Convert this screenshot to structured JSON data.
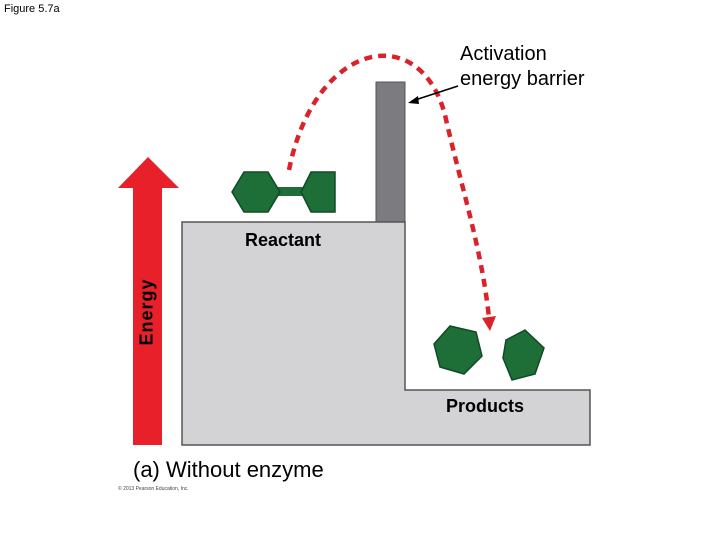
{
  "figure_label": "Figure 5.7a",
  "barrier_label": {
    "line1": "Activation",
    "line2": "energy barrier"
  },
  "axis_label": "Energy",
  "reactant_label": "Reactant",
  "products_label": "Products",
  "panel_caption": "(a) Without enzyme",
  "copyright": "© 2013 Pearson Education, Inc.",
  "colors": {
    "arrow_red": "#e8202a",
    "dashed_red": "#d9232a",
    "molecule_green": "#1e6e38",
    "molecule_dark": "#124a25",
    "step_gray": "#d3d3d5",
    "step_outline": "#555555",
    "barrier_gray": "#7c7c80"
  },
  "icons": [
    "energy-arrow",
    "reactant-molecule-icon",
    "product-molecule-icon"
  ]
}
